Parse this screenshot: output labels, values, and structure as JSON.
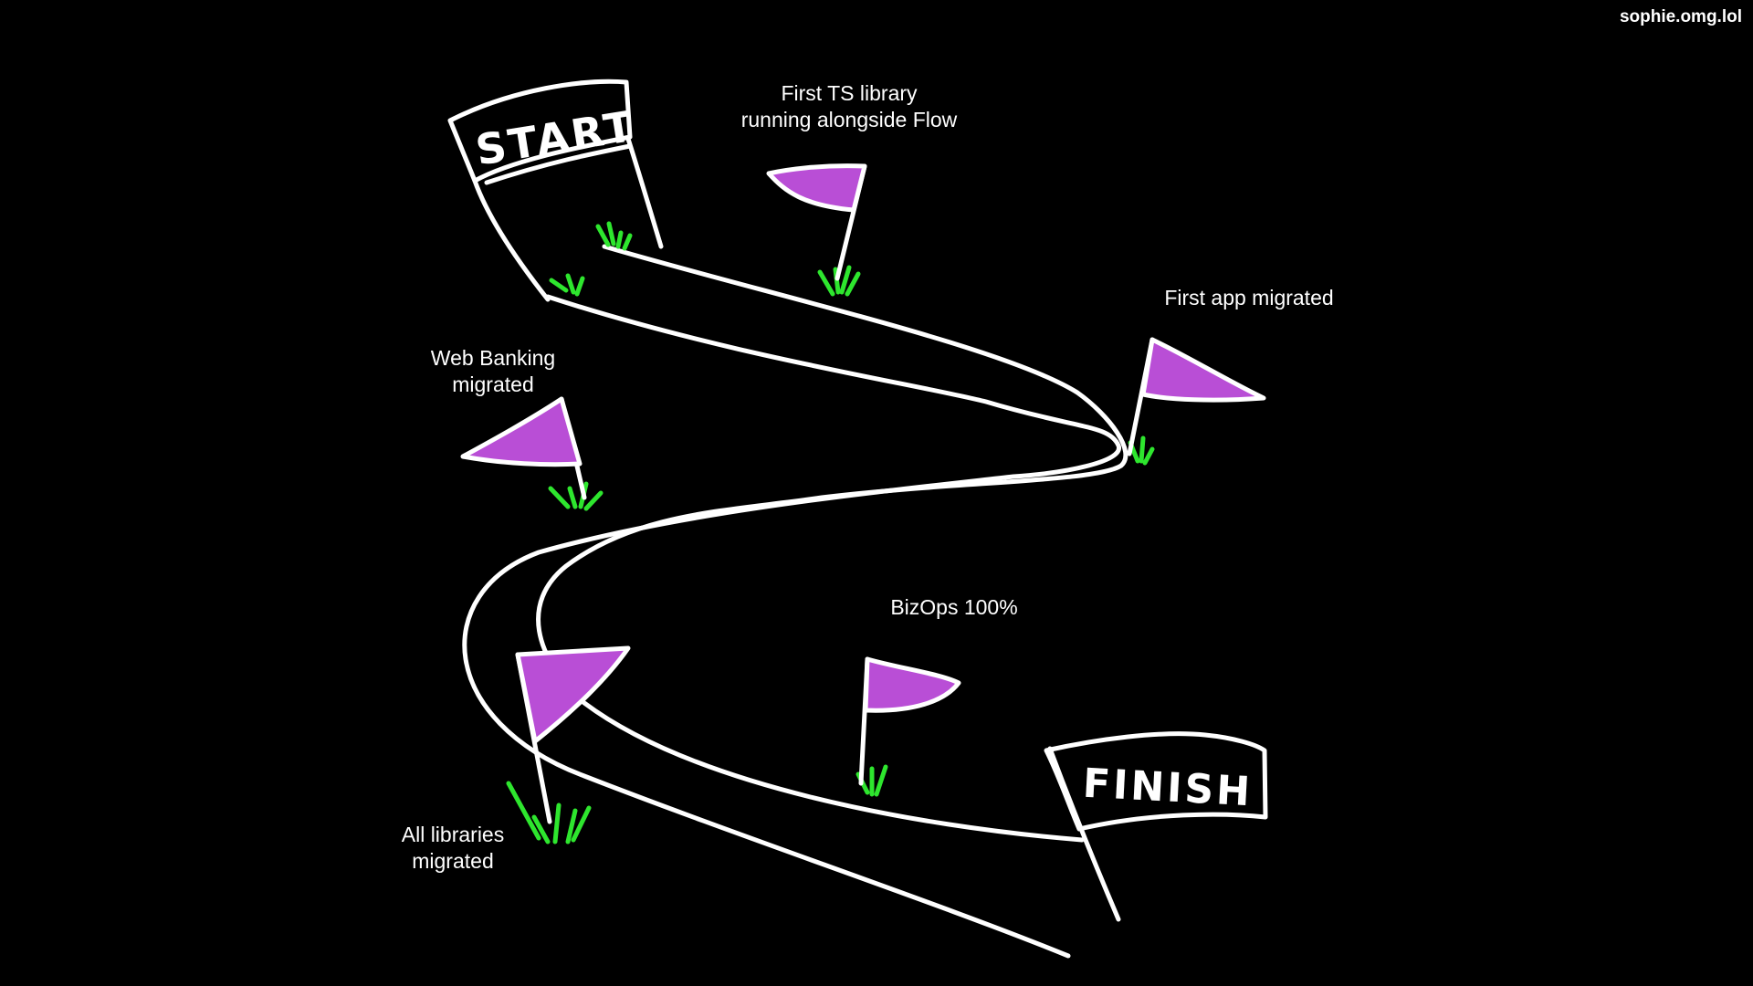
{
  "watermark": "sophie.omg.lol",
  "signs": {
    "start": "START",
    "finish": "FINISH"
  },
  "milestones": [
    {
      "label_line1": "First TS library",
      "label_line2": "running alongside Flow"
    },
    {
      "label_line1": "First app migrated",
      "label_line2": ""
    },
    {
      "label_line1": "Web Banking",
      "label_line2": "migrated"
    },
    {
      "label_line1": "BizOps 100%",
      "label_line2": ""
    },
    {
      "label_line1": "All libraries",
      "label_line2": "migrated"
    }
  ],
  "colors": {
    "background": "#000000",
    "road": "#ffffff",
    "flag": "#b94ed6",
    "grass": "#2ee62e"
  }
}
